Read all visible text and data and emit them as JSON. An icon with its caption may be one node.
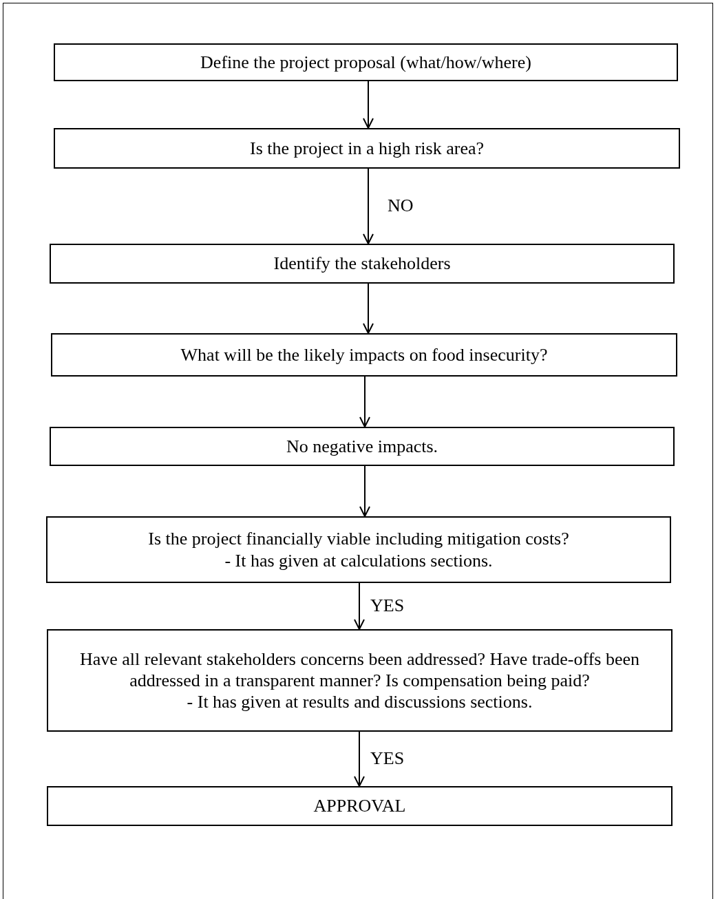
{
  "diagram": {
    "nodes": [
      {
        "text": [
          "Define the project proposal (what/how/where)"
        ]
      },
      {
        "text": [
          "Is the project in a high risk area?"
        ]
      },
      {
        "text": [
          "Identify the stakeholders"
        ]
      },
      {
        "text": [
          "What will be the likely impacts on food insecurity?"
        ]
      },
      {
        "text": [
          "No negative impacts."
        ]
      },
      {
        "text": [
          "Is the project financially viable including mitigation costs?",
          "- It has given at calculations sections."
        ]
      },
      {
        "text": [
          "Have all relevant stakeholders concerns been addressed? Have trade-offs been addressed in a transparent manner? Is compensation being paid?",
          "- It has given at results and discussions sections."
        ]
      },
      {
        "text": [
          "APPROVAL"
        ]
      }
    ],
    "edges": [
      {
        "from": 0,
        "to": 1,
        "arrow": "to"
      },
      {
        "from": 1,
        "to": 2,
        "arrow": "to",
        "label": "NO"
      },
      {
        "from": 2,
        "to": 3,
        "arrow": "to"
      },
      {
        "from": 3,
        "to": 4,
        "arrow": "to"
      },
      {
        "from": 4,
        "to": 5,
        "arrow": "to"
      },
      {
        "from": 5,
        "to": 6,
        "arrow": "to",
        "label": "YES"
      },
      {
        "from": 6,
        "to": 7,
        "arrow": "to",
        "label": "YES"
      }
    ]
  }
}
